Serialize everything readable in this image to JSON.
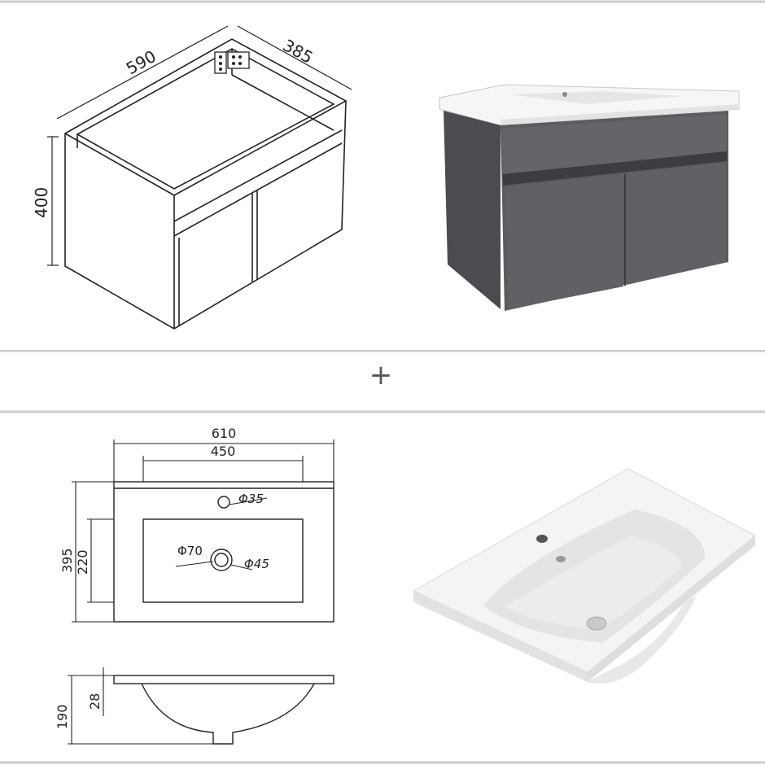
{
  "colors": {
    "rule": "#cccccc",
    "line": "#222222",
    "cabinet_dark": "#4d4f52",
    "cabinet_mid": "#5b5d60",
    "cabinet_light": "#66686b",
    "basin_white": "#f4f4f4",
    "basin_shadow": "#d9d9d9"
  },
  "cabinet_drawing": {
    "width_label": "590",
    "depth_label": "385",
    "height_label": "400"
  },
  "separator": {
    "symbol": "+"
  },
  "basin_top_view": {
    "overall_width_label": "610",
    "bowl_width_label": "450",
    "depth_label": "395",
    "bowl_depth_label": "220",
    "tap_hole_label": "Φ35",
    "drain_outer_label": "Φ70",
    "drain_inner_label": "Φ45"
  },
  "basin_side_view": {
    "total_height_label": "190",
    "rim_thickness_label": "28"
  },
  "icons": [
    "wall-bracket-icon",
    "plus-icon"
  ]
}
